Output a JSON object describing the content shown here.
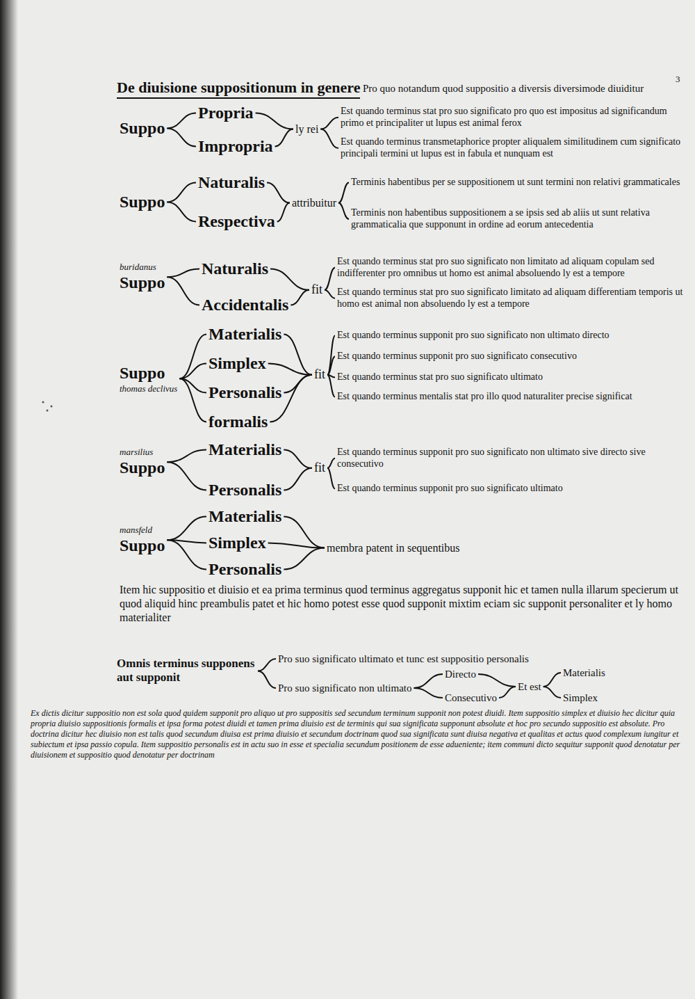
{
  "diagram": {
    "title": "De diuisione suppositionum in genere",
    "nodes": [
      {
        "text": [
          "Suppo"
        ]
      },
      {
        "text": [
          "Propria"
        ]
      },
      {
        "text": [
          "Impropria"
        ]
      },
      {
        "text": [
          "ly rei"
        ]
      },
      {
        "text": [
          "Est quando terminus stat pro suo significato pro quo est impositus ad significandum primo et principaliter ut lupus est animal ferox"
        ]
      },
      {
        "text": [
          "Est quando terminus transmetaphorice propter aliqualem similitudinem cum significato principali termini ut lupus est in fabula et nunquam est"
        ]
      },
      {
        "text": [
          "Suppo"
        ]
      },
      {
        "text": [
          "Naturalis"
        ]
      },
      {
        "text": [
          "Respectiva"
        ]
      },
      {
        "text": [
          "attribuitur"
        ]
      },
      {
        "text": [
          "Terminis habentibus per se suppositionem ut sunt termini non relativi grammaticales"
        ]
      },
      {
        "text": [
          "Terminis non habentibus suppositionem a se ipsis sed ab aliis ut sunt relativa grammaticalia que supponunt in ordine ad eorum antecedentia"
        ]
      },
      {
        "text": [
          "buridanus",
          "Suppo"
        ]
      },
      {
        "text": [
          "Naturalis"
        ]
      },
      {
        "text": [
          "Accidentalis"
        ]
      },
      {
        "text": [
          "fit"
        ]
      },
      {
        "text": [
          "Est quando terminus stat pro suo significato non limitato ad aliquam copulam sed indifferenter pro omnibus ut homo est animal absoluendo ly est a tempore"
        ]
      },
      {
        "text": [
          "Est quando terminus stat pro suo significato limitato ad aliquam differentiam temporis ut homo est animal non absoluendo ly est a tempore"
        ]
      },
      {
        "text": [
          "Suppo",
          "thomas declivus"
        ]
      },
      {
        "text": [
          "Materialis"
        ]
      },
      {
        "text": [
          "Simplex"
        ]
      },
      {
        "text": [
          "Personalis"
        ]
      },
      {
        "text": [
          "formalis"
        ]
      },
      {
        "text": [
          "fit"
        ]
      },
      {
        "text": [
          "Est quando terminus supponit pro suo significato non ultimato directo"
        ]
      },
      {
        "text": [
          "Est quando terminus supponit pro suo significato consecutivo"
        ]
      },
      {
        "text": [
          "Est quando terminus stat pro suo significato ultimato"
        ]
      },
      {
        "text": [
          "Est quando terminus mentalis stat pro illo quod naturaliter precise significat"
        ]
      },
      {
        "text": [
          "marsilius",
          "Suppo"
        ]
      },
      {
        "text": [
          "Materialis"
        ]
      },
      {
        "text": [
          "Personalis"
        ]
      },
      {
        "text": [
          "fit"
        ]
      },
      {
        "text": [
          "Est quando terminus supponit pro suo significato non ultimato sive directo sive consecutivo"
        ]
      },
      {
        "text": [
          "Est quando terminus supponit pro suo significato ultimato"
        ]
      },
      {
        "text": [
          "mansfeld",
          "Suppo"
        ]
      },
      {
        "text": [
          "Materialis"
        ]
      },
      {
        "text": [
          "Simplex"
        ]
      },
      {
        "text": [
          "Personalis"
        ]
      },
      {
        "text": [
          "membra patent in sequentibus"
        ]
      },
      {
        "text": [
          "Omnis terminus supponens aut supponit"
        ]
      },
      {
        "text": [
          "Pro suo significato ultimato et tunc est suppositio personalis"
        ]
      },
      {
        "text": [
          "Pro suo significato non ultimato"
        ]
      },
      {
        "text": [
          "Directo"
        ]
      },
      {
        "text": [
          "Consecutivo"
        ]
      },
      {
        "text": [
          "Et est"
        ]
      },
      {
        "text": [
          "Materialis"
        ]
      },
      {
        "text": [
          "Simplex"
        ]
      }
    ],
    "edges": [
      {
        "from": 0,
        "to": 1,
        "arrow": "none"
      },
      {
        "from": 0,
        "to": 2,
        "arrow": "none"
      },
      {
        "from": 1,
        "to": 3,
        "arrow": "none"
      },
      {
        "from": 2,
        "to": 3,
        "arrow": "none"
      },
      {
        "from": 3,
        "to": 4,
        "arrow": "none"
      },
      {
        "from": 3,
        "to": 5,
        "arrow": "none"
      },
      {
        "from": 6,
        "to": 7,
        "arrow": "none"
      },
      {
        "from": 6,
        "to": 8,
        "arrow": "none"
      },
      {
        "from": 7,
        "to": 9,
        "arrow": "none"
      },
      {
        "from": 8,
        "to": 9,
        "arrow": "none"
      },
      {
        "from": 9,
        "to": 10,
        "arrow": "none"
      },
      {
        "from": 9,
        "to": 11,
        "arrow": "none"
      },
      {
        "from": 12,
        "to": 13,
        "arrow": "none"
      },
      {
        "from": 12,
        "to": 14,
        "arrow": "none"
      },
      {
        "from": 13,
        "to": 15,
        "arrow": "none"
      },
      {
        "from": 14,
        "to": 15,
        "arrow": "none"
      },
      {
        "from": 15,
        "to": 16,
        "arrow": "none"
      },
      {
        "from": 15,
        "to": 17,
        "arrow": "none"
      },
      {
        "from": 18,
        "to": 19,
        "arrow": "none"
      },
      {
        "from": 18,
        "to": 20,
        "arrow": "none"
      },
      {
        "from": 18,
        "to": 21,
        "arrow": "none"
      },
      {
        "from": 18,
        "to": 22,
        "arrow": "none"
      },
      {
        "from": 19,
        "to": 23,
        "arrow": "none"
      },
      {
        "from": 20,
        "to": 23,
        "arrow": "none"
      },
      {
        "from": 21,
        "to": 23,
        "arrow": "none"
      },
      {
        "from": 22,
        "to": 23,
        "arrow": "none"
      },
      {
        "from": 23,
        "to": 24,
        "arrow": "none"
      },
      {
        "from": 23,
        "to": 25,
        "arrow": "none"
      },
      {
        "from": 23,
        "to": 26,
        "arrow": "none"
      },
      {
        "from": 23,
        "to": 27,
        "arrow": "none"
      },
      {
        "from": 28,
        "to": 29,
        "arrow": "none"
      },
      {
        "from": 28,
        "to": 30,
        "arrow": "none"
      },
      {
        "from": 29,
        "to": 31,
        "arrow": "none"
      },
      {
        "from": 30,
        "to": 31,
        "arrow": "none"
      },
      {
        "from": 31,
        "to": 32,
        "arrow": "none"
      },
      {
        "from": 31,
        "to": 33,
        "arrow": "none"
      },
      {
        "from": 34,
        "to": 35,
        "arrow": "none"
      },
      {
        "from": 34,
        "to": 36,
        "arrow": "none"
      },
      {
        "from": 34,
        "to": 37,
        "arrow": "none"
      },
      {
        "from": 35,
        "to": 38,
        "arrow": "none"
      },
      {
        "from": 36,
        "to": 38,
        "arrow": "none"
      },
      {
        "from": 37,
        "to": 38,
        "arrow": "none"
      },
      {
        "from": 39,
        "to": 40,
        "arrow": "none"
      },
      {
        "from": 39,
        "to": 41,
        "arrow": "none"
      },
      {
        "from": 41,
        "to": 42,
        "arrow": "none"
      },
      {
        "from": 41,
        "to": 43,
        "arrow": "none"
      },
      {
        "from": 42,
        "to": 44,
        "arrow": "none"
      },
      {
        "from": 43,
        "to": 44,
        "arrow": "none"
      },
      {
        "from": 44,
        "to": 45,
        "arrow": "none"
      },
      {
        "from": 44,
        "to": 46,
        "arrow": "none"
      }
    ],
    "labels": [
      "Pro quo notandum quod suppositio a diversis diversimode diuiditur",
      "3",
      "Item hic suppositio et diuisio et ea prima terminus quod terminus aggregatus supponit hic et tamen nulla illarum specierum ut quod aliquid hinc preambulis patet et hic homo potest esse quod supponit mixtim eciam sic supponit personaliter et ly homo materialiter",
      "Ex dictis dicitur suppositio non est sola quod quidem supponit pro aliquo ut pro suppositis sed secundum terminum supponit non potest diuidi. Item suppositio simplex et diuisio hec dicitur quia propria diuisio suppositionis formalis et ipsa forma potest diuidi et tamen prima diuisio est de terminis qui sua significata supponunt absolute et hoc pro secundo suppositio est absolute. Pro doctrina dicitur hec diuisio non est talis quod secundum diuisa est prima diuisio et secundum doctrinam quod sua significata sunt diuisa negativa et qualitas et actus quod complexum iungitur et subiectum et ipsa passio copula. Item suppositio personalis est in actu suo in esse et specialia secundum positionem de esse adueniente; item communi dicto sequitur supponit quod denotatur per diuisionem et suppositio quod denotatur per doctrinam"
    ]
  }
}
